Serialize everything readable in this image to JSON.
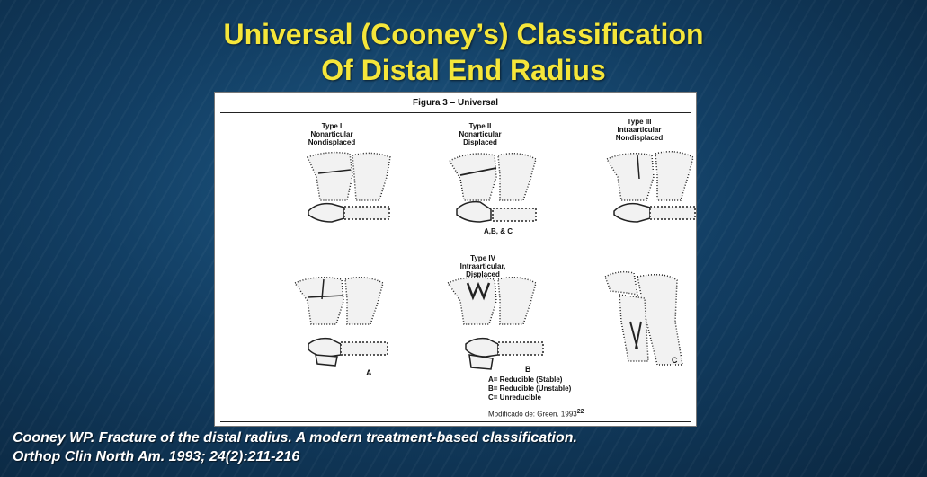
{
  "title": {
    "line1": "Universal (Cooney’s) Classification",
    "line2": "Of Distal End Radius"
  },
  "figure": {
    "heading": "Figura 3 – Universal",
    "types": {
      "type1": {
        "name": "Type I",
        "desc1": "Nonarticular",
        "desc2": "Nondisplaced"
      },
      "type2": {
        "name": "Type II",
        "desc1": "Nonarticular",
        "desc2": "Displaced"
      },
      "type3": {
        "name": "Type III",
        "desc1": "Intraarticular",
        "desc2": "Nondisplaced"
      },
      "type4": {
        "name": "Type IV",
        "desc1": "Intraarticular,",
        "desc2": "Displaced"
      }
    },
    "abc_label": "A,B, & C",
    "letters": {
      "a": "A",
      "b": "B",
      "c": "C"
    },
    "legend": {
      "a": "A= Reducible (Stable)",
      "b": "B= Reducible (Unstable)",
      "c": "C= Unreducible"
    },
    "modified_text": "Modificado de: Green. 1993",
    "modified_ref": "22"
  },
  "citation": {
    "line1": "Cooney WP. Fracture of the distal radius. A modern treatment-based classification.",
    "line2": "Orthop Clin North Am. 1993; 24(2):211-216"
  },
  "colors": {
    "title": "#f5e63a",
    "background": "#123e63",
    "citation": "#ffffff"
  }
}
